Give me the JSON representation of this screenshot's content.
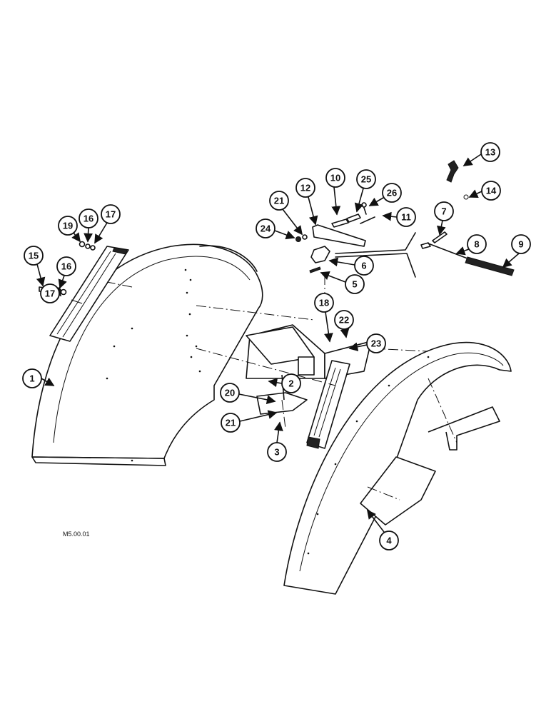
{
  "drawing": {
    "reference_code": "M5.00.01",
    "callouts": {
      "c1": "1",
      "c2": "2",
      "c3": "3",
      "c4": "4",
      "c5": "5",
      "c6": "6",
      "c7": "7",
      "c8": "8",
      "c9": "9",
      "c10": "10",
      "c11": "11",
      "c12": "12",
      "c13": "13",
      "c14": "14",
      "c15": "15",
      "c16a": "16",
      "c16b": "16",
      "c17a": "17",
      "c17b": "17",
      "c18": "18",
      "c19": "19",
      "c20": "20",
      "c21a": "21",
      "c21b": "21",
      "c22": "22",
      "c23": "23",
      "c24": "24",
      "c25": "25",
      "c26": "26"
    }
  }
}
